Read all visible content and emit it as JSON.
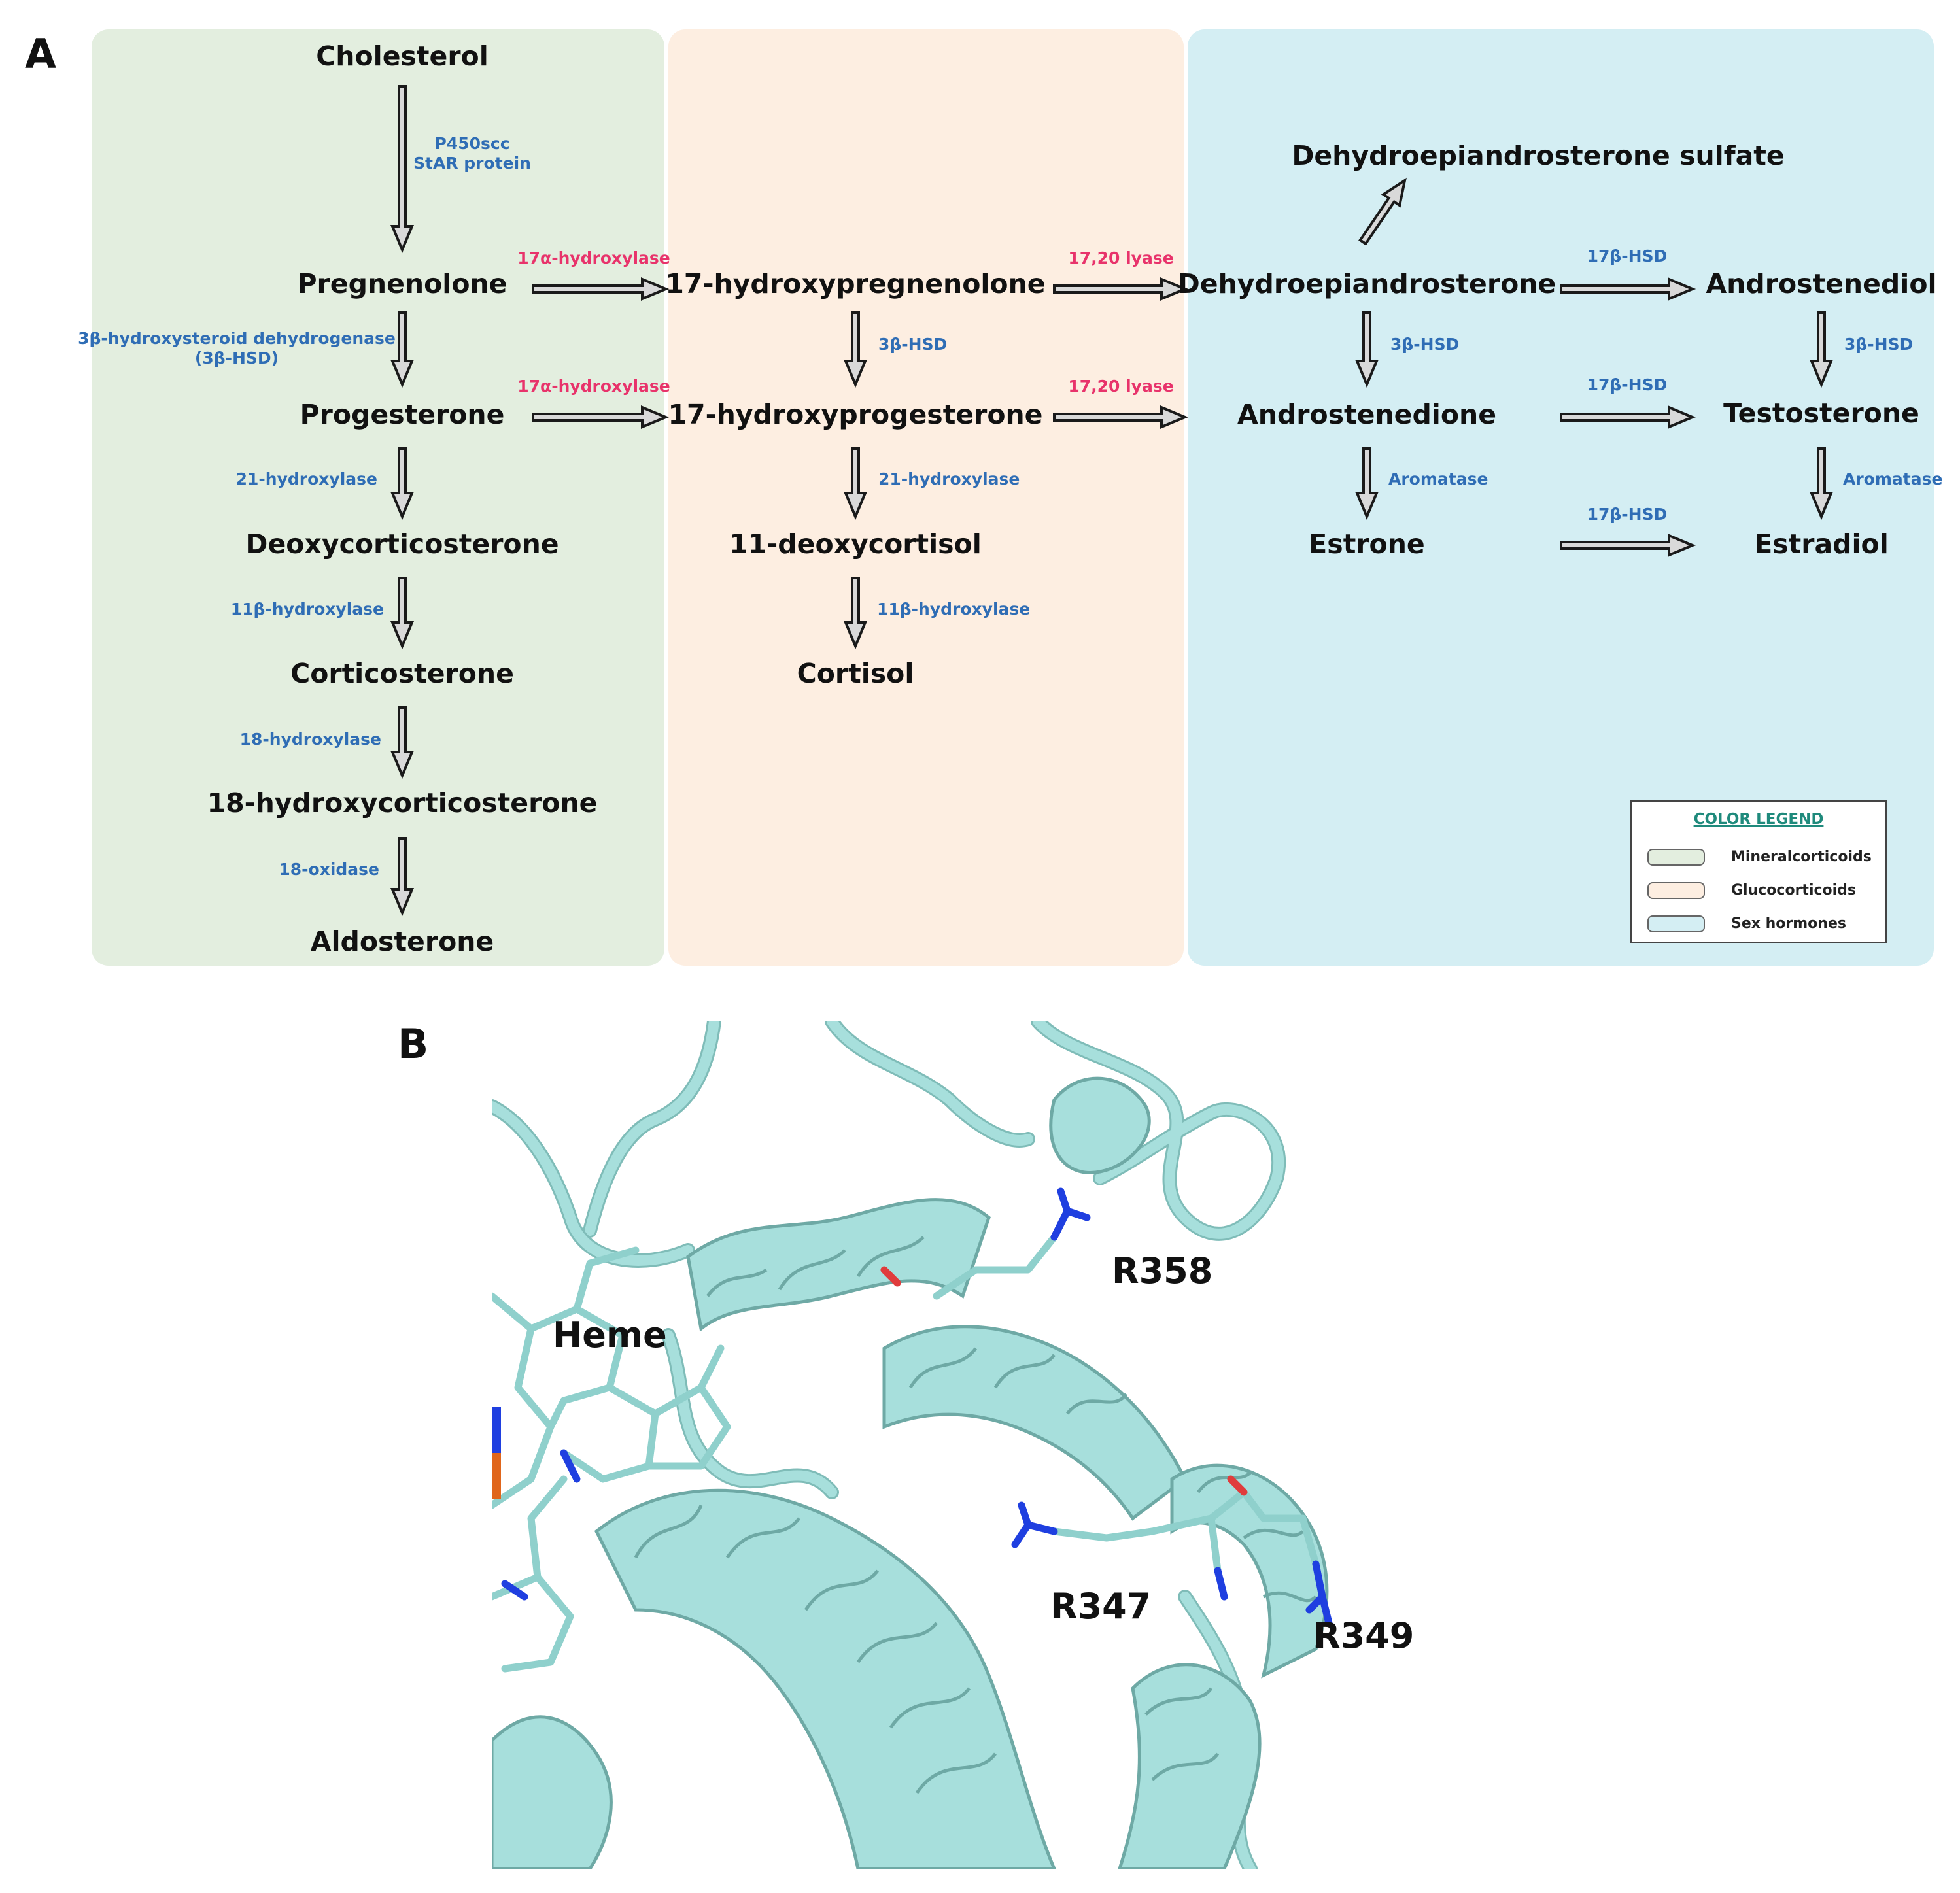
{
  "panel_labels": {
    "a": "A",
    "b": "B"
  },
  "colors": {
    "mineralocorticoids_bg": "#e3eedf",
    "glucocorticoids_bg": "#fdeee1",
    "sex_hormones_bg": "#d4eef3",
    "enzyme_blue": "#2f6db5",
    "enzyme_red": "#e8336b",
    "protein_cyan": "#a7dfdc",
    "nitrogen_blue": "#1f3fe0",
    "oxygen_red": "#e03c3c",
    "iron_orange": "#e0661c"
  },
  "pathway": {
    "molecules": {
      "cholesterol": "Cholesterol",
      "pregnenolone": "Pregnenolone",
      "progesterone": "Progesterone",
      "deoxycorticosterone": "Deoxycorticosterone",
      "corticosterone": "Corticosterone",
      "hydroxycorticosterone18": "18-hydroxycorticosterone",
      "aldosterone": "Aldosterone",
      "hydroxypregnenolone17": "17-hydroxypregnenolone",
      "hydroxyprogesterone17": "17-hydroxyprogesterone",
      "deoxycortisol11": "11-deoxycortisol",
      "cortisol": "Cortisol",
      "dheas": "Dehydroepiandrosterone sulfate",
      "dhea": "Dehydroepiandrosterone",
      "androstenedione": "Androstenedione",
      "estrone": "Estrone",
      "androstenediol": "Androstenediol",
      "testosterone": "Testosterone",
      "estradiol": "Estradiol"
    },
    "enzymes": {
      "p450scc": "P450scc",
      "star": "StAR protein",
      "hsd3b_long": "3β-hydroxysteroid dehydrogenase",
      "hsd3b_abbr": "(3β-HSD)",
      "hydroxylase21_a": "21-hydroxylase",
      "hydroxylase11b_a": "11β-hydroxylase",
      "hydroxylase18": "18-hydroxylase",
      "oxidase18": "18-oxidase",
      "hydroxylase17a_1": "17α-hydroxylase",
      "hydroxylase17a_2": "17α-hydroxylase",
      "hsd3b_b": "3β-HSD",
      "hydroxylase21_b": "21-hydroxylase",
      "hydroxylase11b_b": "11β-hydroxylase",
      "lyase1": "17,20 lyase",
      "lyase2": "17,20 lyase",
      "hsd3b_c": "3β-HSD",
      "aromatase_a": "Aromatase",
      "hsd17b_1": "17β-HSD",
      "hsd17b_2": "17β-HSD",
      "hsd17b_3": "17β-HSD",
      "hsd3b_d": "3β-HSD",
      "aromatase_b": "Aromatase"
    },
    "legend": {
      "title": "COLOR LEGEND",
      "items": [
        "Mineralcorticoids",
        "Glucocorticoids",
        "Sex hormones"
      ]
    }
  },
  "structure": {
    "labels": {
      "heme": "Heme",
      "r358": "R358",
      "r347": "R347",
      "r349": "R349"
    }
  }
}
